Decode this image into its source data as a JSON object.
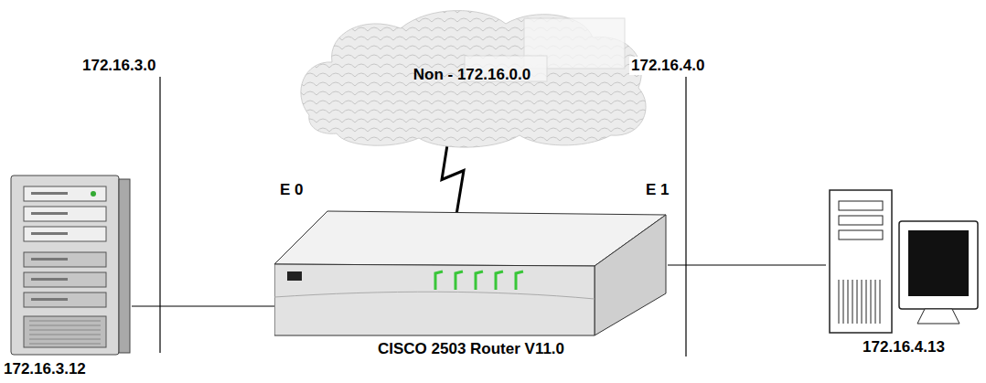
{
  "diagram": {
    "nodes": [
      {
        "text": [
          "Non - 172.16.0.0"
        ]
      },
      {
        "text": [
          "172.16.3.12"
        ]
      },
      {
        "text": [
          "CISCO 2503 Router V11.0"
        ]
      },
      {
        "text": [
          "172.16.4.13"
        ]
      }
    ],
    "edges": [
      {
        "from": 1,
        "to": 2,
        "arrow": "none",
        "label": "E 0"
      },
      {
        "from": 2,
        "to": 3,
        "arrow": "none",
        "label": "E 1"
      },
      {
        "from": 0,
        "to": 2,
        "arrow": "none"
      }
    ],
    "labels": [
      "172.16.3.0",
      "172.16.4.0"
    ]
  }
}
